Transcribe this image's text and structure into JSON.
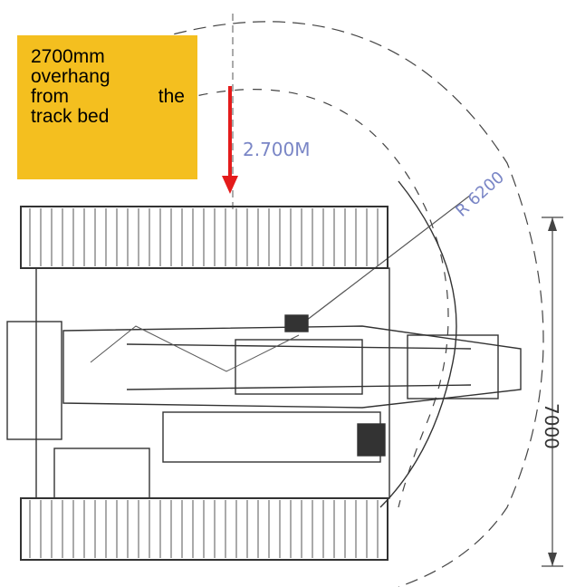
{
  "callout": {
    "lines": [
      "2700mm",
      "overhang",
      "from",
      "the",
      "track bed"
    ],
    "background": "#F4BF1F"
  },
  "dimensions": {
    "overhang_label": "2.700M",
    "radius_label": "R 6200",
    "width_label": "7000"
  },
  "colors": {
    "arrow": "#E41B1B",
    "drawing_ink": "#333333",
    "handwriting": "#7A86C6"
  }
}
